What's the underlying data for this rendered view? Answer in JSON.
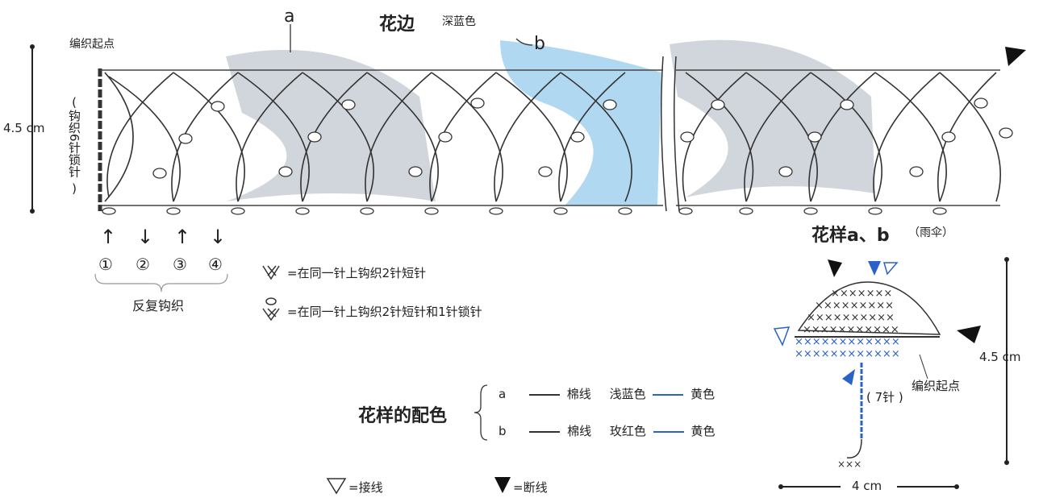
{
  "title": "花边",
  "title_color_note": "深蓝色",
  "label_a": "a",
  "label_b": "b",
  "start_point_main": "编织起点",
  "height_main": "4.5 cm",
  "vertical_chain_label": "钩织6针锁针",
  "vertical_chain_paren_open": "(",
  "vertical_chain_paren_close": ")",
  "steps": [
    "①",
    "②",
    "③",
    "④"
  ],
  "step_arrows": [
    "↑",
    "↓",
    "↑",
    "↓"
  ],
  "repeat_label": "反复钩织",
  "symbol_legend": [
    {
      "text": "=在同一针上钩织2针短针"
    },
    {
      "text": "=在同一针上钩织2针短针和1针锁针"
    }
  ],
  "motif_title": "花样a、b",
  "motif_subtitle": "（雨伞）",
  "motif_height": "4.5 cm",
  "motif_width": "4 cm",
  "motif_start_point": "编织起点",
  "motif_stitch_count": "( 7针 )",
  "color_table": {
    "title": "花样的配色",
    "rows": [
      {
        "key": "a",
        "yarn": "棉线",
        "color1": "浅蓝色",
        "color2": "黄色"
      },
      {
        "key": "b",
        "yarn": "棉线",
        "color1": "玫红色",
        "color2": "黄色"
      }
    ]
  },
  "bottom_legend": [
    {
      "symbol": "open-triangle",
      "text": "=接线"
    },
    {
      "symbol": "filled-triangle",
      "text": "=断线"
    }
  ],
  "colors": {
    "line": "#333333",
    "umbrella_gray": "#c9cfd6",
    "umbrella_blue": "#a8d4ef",
    "accent_blue": "#2b62c8"
  }
}
